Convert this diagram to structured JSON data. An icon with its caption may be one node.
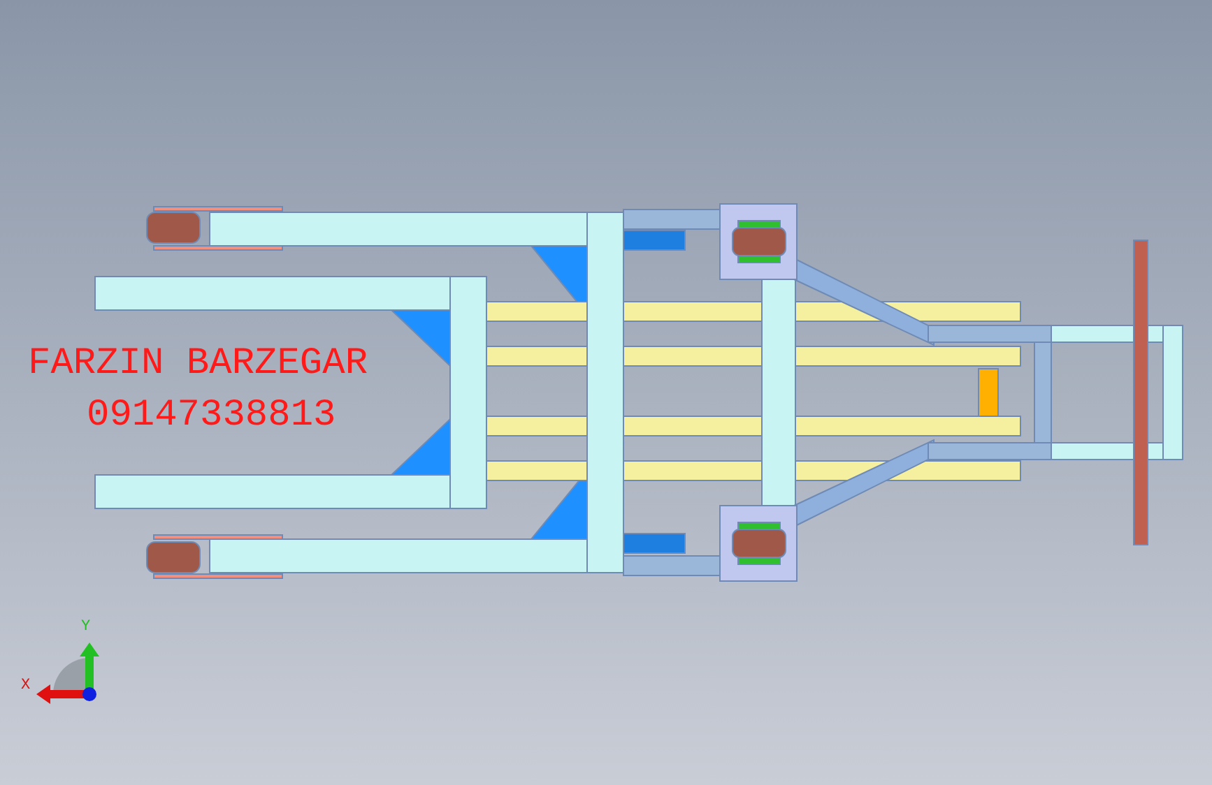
{
  "diagram": {
    "labels": [
      "FARZIN BARZEGAR",
      "09147338813",
      "Y",
      "X"
    ]
  }
}
